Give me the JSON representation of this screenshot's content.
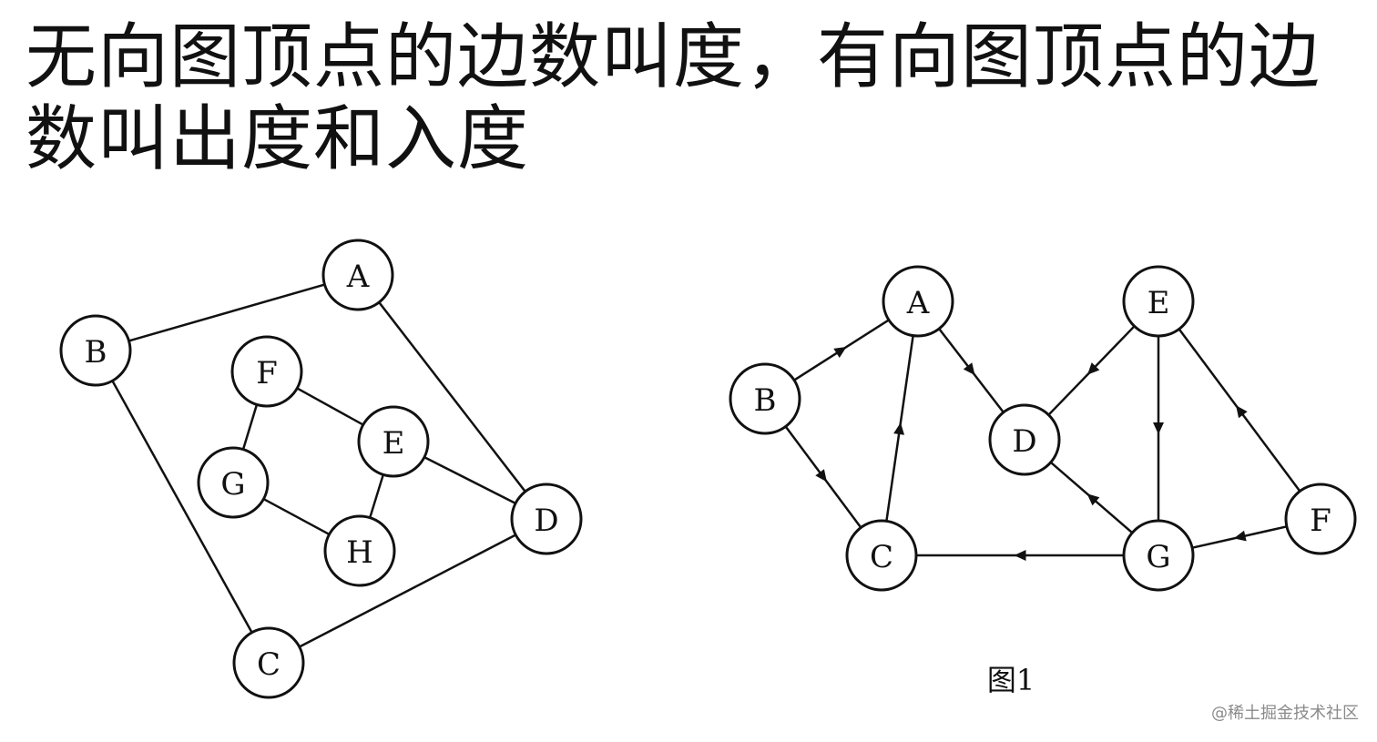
{
  "heading": "无向图顶点的边数叫度，有向图顶点的边数叫出度和入度",
  "undirected_graph": {
    "nodes": [
      "A",
      "B",
      "C",
      "D",
      "E",
      "F",
      "G",
      "H"
    ],
    "edges": [
      [
        "B",
        "A"
      ],
      [
        "A",
        "D"
      ],
      [
        "B",
        "C"
      ],
      [
        "C",
        "D"
      ],
      [
        "F",
        "E"
      ],
      [
        "F",
        "G"
      ],
      [
        "G",
        "H"
      ],
      [
        "H",
        "E"
      ],
      [
        "E",
        "D"
      ]
    ]
  },
  "directed_graph": {
    "nodes": [
      "A",
      "B",
      "C",
      "D",
      "E",
      "F",
      "G"
    ],
    "edges": [
      [
        "B",
        "A"
      ],
      [
        "B",
        "C"
      ],
      [
        "C",
        "A"
      ],
      [
        "A",
        "D"
      ],
      [
        "E",
        "D"
      ],
      [
        "E",
        "G"
      ],
      [
        "F",
        "E"
      ],
      [
        "G",
        "D"
      ],
      [
        "G",
        "C"
      ],
      [
        "F",
        "G"
      ]
    ],
    "caption": "图1"
  },
  "credit": "@稀土掘金技术社区"
}
